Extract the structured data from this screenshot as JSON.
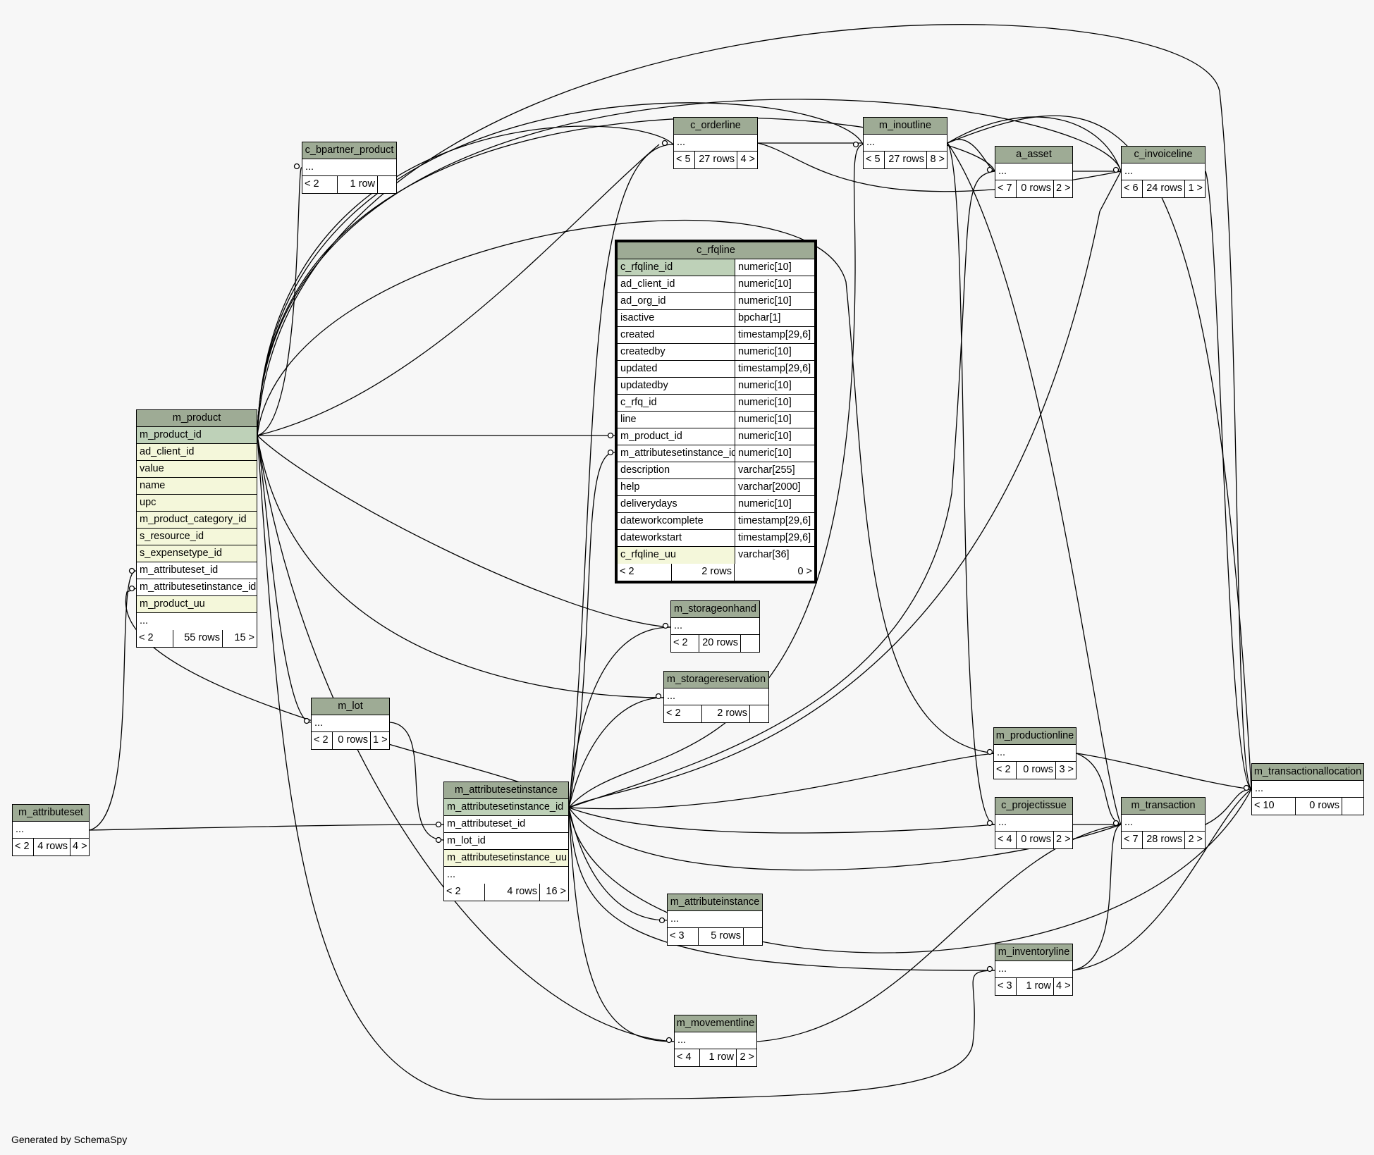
{
  "footer": "Generated by SchemaSpy",
  "colors": {
    "header": "#9eab95",
    "primary_key": "#bed1b8",
    "indexed": "#f4f7da",
    "background": "#f7f7f7"
  },
  "focus": {
    "name": "c_rfqline",
    "columns": [
      {
        "name": "c_rfqline_id",
        "type": "numeric[10]",
        "key": "pk"
      },
      {
        "name": "ad_client_id",
        "type": "numeric[10]",
        "key": ""
      },
      {
        "name": "ad_org_id",
        "type": "numeric[10]",
        "key": ""
      },
      {
        "name": "isactive",
        "type": "bpchar[1]",
        "key": ""
      },
      {
        "name": "created",
        "type": "timestamp[29,6]",
        "key": ""
      },
      {
        "name": "createdby",
        "type": "numeric[10]",
        "key": ""
      },
      {
        "name": "updated",
        "type": "timestamp[29,6]",
        "key": ""
      },
      {
        "name": "updatedby",
        "type": "numeric[10]",
        "key": ""
      },
      {
        "name": "c_rfq_id",
        "type": "numeric[10]",
        "key": ""
      },
      {
        "name": "line",
        "type": "numeric[10]",
        "key": ""
      },
      {
        "name": "m_product_id",
        "type": "numeric[10]",
        "key": ""
      },
      {
        "name": "m_attributesetinstance_id",
        "type": "numeric[10]",
        "key": ""
      },
      {
        "name": "description",
        "type": "varchar[255]",
        "key": ""
      },
      {
        "name": "help",
        "type": "varchar[2000]",
        "key": ""
      },
      {
        "name": "deliverydays",
        "type": "numeric[10]",
        "key": ""
      },
      {
        "name": "dateworkcomplete",
        "type": "timestamp[29,6]",
        "key": ""
      },
      {
        "name": "dateworkstart",
        "type": "timestamp[29,6]",
        "key": ""
      },
      {
        "name": "c_rfqline_uu",
        "type": "varchar[36]",
        "key": "idx"
      }
    ],
    "footer": {
      "parents": "< 2",
      "rows": "2 rows",
      "children": "0 >"
    }
  },
  "tables": {
    "m_product": {
      "name": "m_product",
      "columns": [
        {
          "name": "m_product_id",
          "key": "pk"
        },
        {
          "name": "ad_client_id",
          "key": "idx"
        },
        {
          "name": "value",
          "key": "idx"
        },
        {
          "name": "name",
          "key": "idx"
        },
        {
          "name": "upc",
          "key": "idx"
        },
        {
          "name": "m_product_category_id",
          "key": "idx"
        },
        {
          "name": "s_resource_id",
          "key": "idx"
        },
        {
          "name": "s_expensetype_id",
          "key": "idx"
        },
        {
          "name": "m_attributeset_id",
          "key": ""
        },
        {
          "name": "m_attributesetinstance_id",
          "key": ""
        },
        {
          "name": "m_product_uu",
          "key": "idx"
        },
        {
          "name": "...",
          "key": ""
        }
      ],
      "footer": {
        "parents": "< 2",
        "rows": "55 rows",
        "children": "15 >"
      }
    },
    "m_attributesetinstance": {
      "name": "m_attributesetinstance",
      "columns": [
        {
          "name": "m_attributesetinstance_id",
          "key": "pk"
        },
        {
          "name": "m_attributeset_id",
          "key": ""
        },
        {
          "name": "m_lot_id",
          "key": ""
        },
        {
          "name": "m_attributesetinstance_uu",
          "key": "idx"
        },
        {
          "name": "...",
          "key": ""
        }
      ],
      "footer": {
        "parents": "< 2",
        "rows": "4 rows",
        "children": "16 >"
      }
    },
    "c_bpartner_product": {
      "name": "c_bpartner_product",
      "footer": {
        "parents": "< 2",
        "rows": "1 row",
        "children": ""
      }
    },
    "c_orderline": {
      "name": "c_orderline",
      "footer": {
        "parents": "< 5",
        "rows": "27 rows",
        "children": "4 >"
      }
    },
    "m_inoutline": {
      "name": "m_inoutline",
      "footer": {
        "parents": "< 5",
        "rows": "27 rows",
        "children": "8 >"
      }
    },
    "a_asset": {
      "name": "a_asset",
      "footer": {
        "parents": "< 7",
        "rows": "0 rows",
        "children": "2 >"
      }
    },
    "c_invoiceline": {
      "name": "c_invoiceline",
      "footer": {
        "parents": "< 6",
        "rows": "24 rows",
        "children": "1 >"
      }
    },
    "m_storageonhand": {
      "name": "m_storageonhand",
      "footer": {
        "parents": "< 2",
        "rows": "20 rows",
        "children": ""
      }
    },
    "m_storagereservation": {
      "name": "m_storagereservation",
      "footer": {
        "parents": "< 2",
        "rows": "2 rows",
        "children": ""
      }
    },
    "m_lot": {
      "name": "m_lot",
      "footer": {
        "parents": "< 2",
        "rows": "0 rows",
        "children": "1 >"
      }
    },
    "m_attributeset": {
      "name": "m_attributeset",
      "footer": {
        "parents": "< 2",
        "rows": "4 rows",
        "children": "4 >"
      }
    },
    "m_productionline": {
      "name": "m_productionline",
      "footer": {
        "parents": "< 2",
        "rows": "0 rows",
        "children": "3 >"
      }
    },
    "c_projectissue": {
      "name": "c_projectissue",
      "footer": {
        "parents": "< 4",
        "rows": "0 rows",
        "children": "2 >"
      }
    },
    "m_transaction": {
      "name": "m_transaction",
      "footer": {
        "parents": "< 7",
        "rows": "28 rows",
        "children": "2 >"
      }
    },
    "m_transactionallocation": {
      "name": "m_transactionallocation",
      "footer": {
        "parents": "< 10",
        "rows": "0 rows",
        "children": ""
      }
    },
    "m_attributeinstance": {
      "name": "m_attributeinstance",
      "footer": {
        "parents": "< 3",
        "rows": "5 rows",
        "children": ""
      }
    },
    "m_inventoryline": {
      "name": "m_inventoryline",
      "footer": {
        "parents": "< 3",
        "rows": "1 row",
        "children": "4 >"
      }
    },
    "m_movementline": {
      "name": "m_movementline",
      "footer": {
        "parents": "< 4",
        "rows": "1 row",
        "children": "2 >"
      }
    }
  },
  "ellipsis": "..."
}
